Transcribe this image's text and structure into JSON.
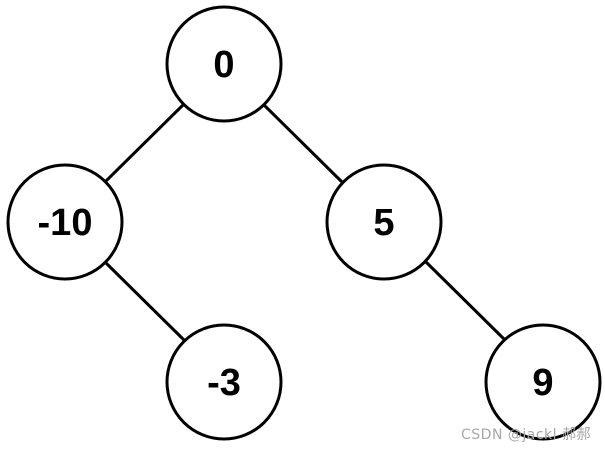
{
  "tree": {
    "nodes": [
      {
        "id": "n0",
        "label": "0"
      },
      {
        "id": "n1",
        "label": "-10"
      },
      {
        "id": "n2",
        "label": "5"
      },
      {
        "id": "n3",
        "label": "-3"
      },
      {
        "id": "n4",
        "label": "9"
      }
    ],
    "edges": [
      {
        "from": "n0",
        "to": "n1"
      },
      {
        "from": "n0",
        "to": "n2"
      },
      {
        "from": "n1",
        "to": "n3"
      },
      {
        "from": "n2",
        "to": "n4"
      }
    ]
  },
  "watermark": "CSDN @jackl 郝郝"
}
